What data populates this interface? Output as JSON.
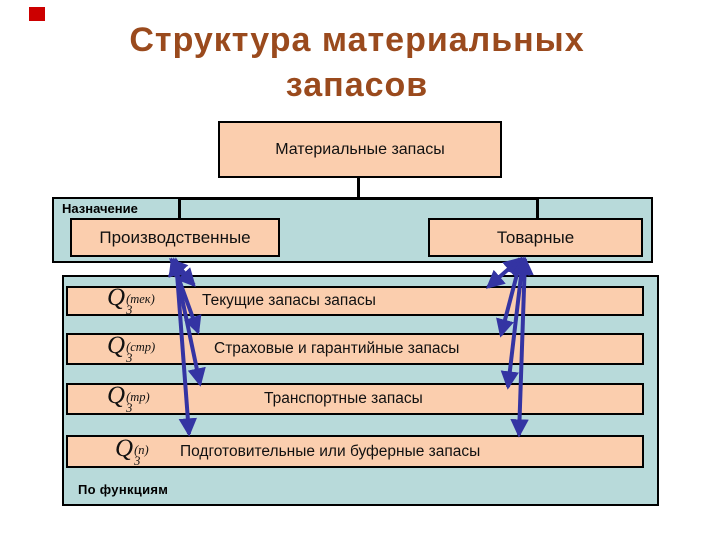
{
  "title": {
    "line1": "Структура материальных",
    "line2": "запасов"
  },
  "root_box": {
    "label": "Материальные запасы"
  },
  "classification_band": {
    "label": "Назначение",
    "items": [
      {
        "label": "Производственные"
      },
      {
        "label": "Товарные"
      }
    ]
  },
  "functions_panel": {
    "label": "По функциям",
    "rows": [
      {
        "formula": {
          "base": "Q",
          "sub": "3",
          "sup": "(тек)"
        },
        "label": "Текущие запасы запасы"
      },
      {
        "formula": {
          "base": "Q",
          "sub": "3",
          "sup": "(стр)"
        },
        "label": "Страховые и гарантийные запасы"
      },
      {
        "formula": {
          "base": "Q",
          "sub": "3",
          "sup": "(тр)"
        },
        "label": "Транспортные запасы"
      },
      {
        "formula": {
          "base": "Q",
          "sub": "3",
          "sup": "(п)"
        },
        "label": "Подготовительные или буферные запасы"
      }
    ]
  },
  "colors": {
    "title_brown": "#9a4a1d",
    "box_peach": "#fbceae",
    "panel_teal": "#b8dada",
    "arrow_blue": "#3434a3",
    "border_black": "#000000",
    "corner_red": "#cc0000"
  }
}
